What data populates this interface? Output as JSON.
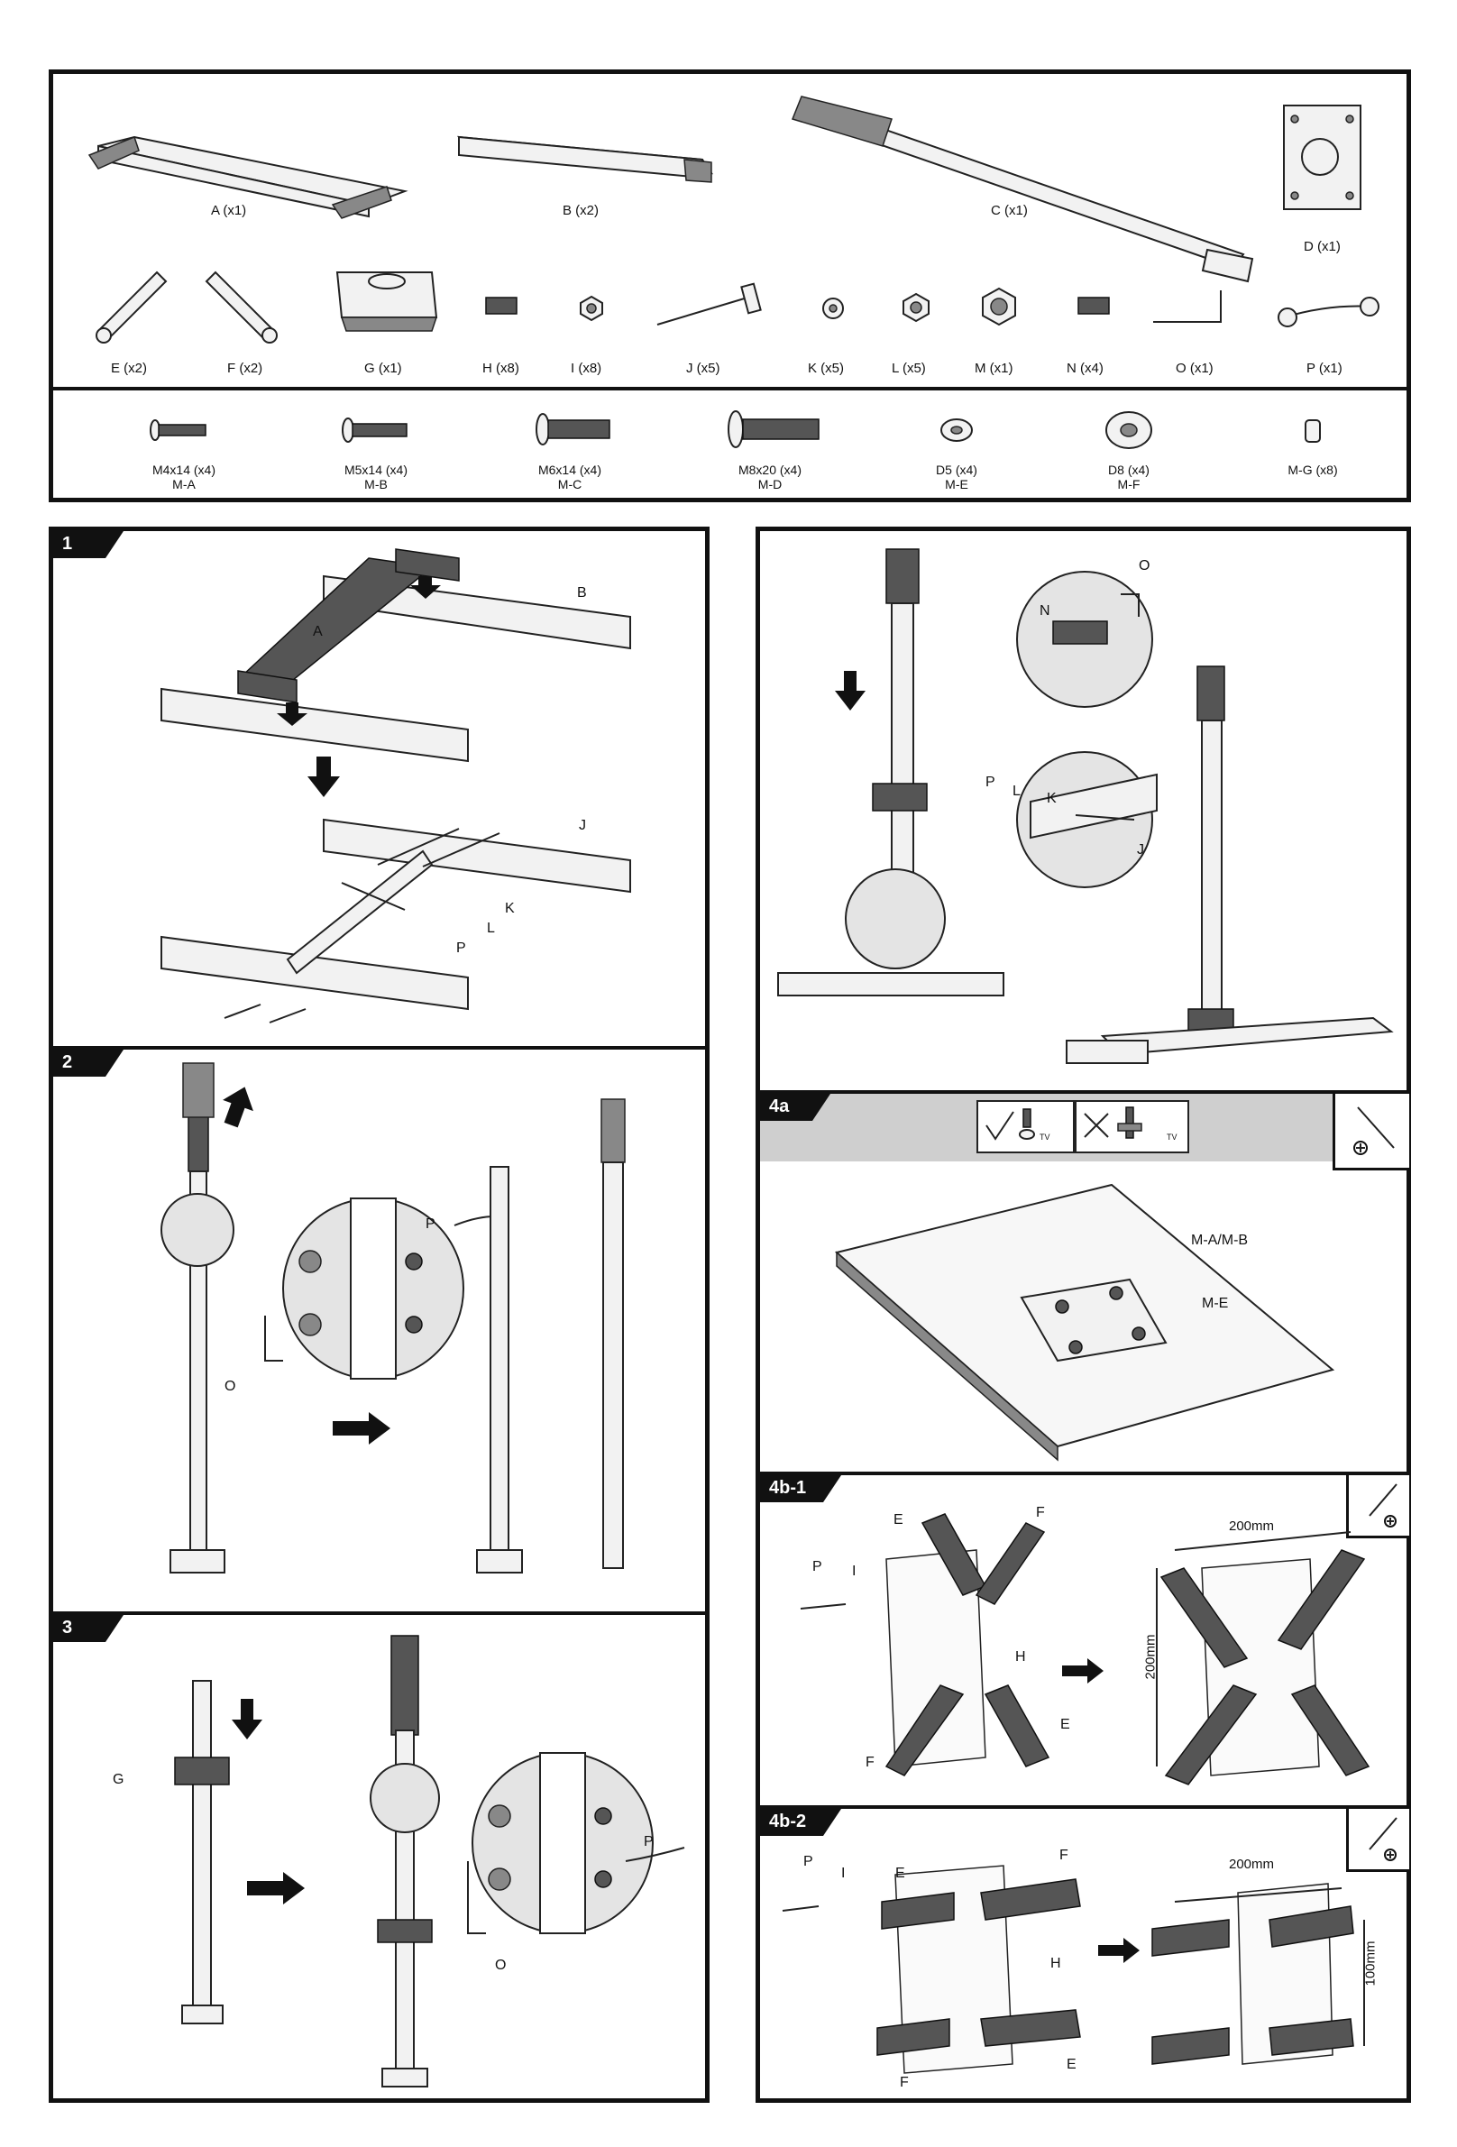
{
  "parts_top": [
    {
      "id": "A",
      "label": "A (x1)"
    },
    {
      "id": "B",
      "label": "B (x2)"
    },
    {
      "id": "C",
      "label": "C (x1)"
    },
    {
      "id": "D",
      "label": "D (x1)"
    },
    {
      "id": "E",
      "label": "E (x2)"
    },
    {
      "id": "F",
      "label": "F (x2)"
    },
    {
      "id": "G",
      "label": "G (x1)"
    },
    {
      "id": "H",
      "label": "H (x8)"
    },
    {
      "id": "I",
      "label": "I (x8)"
    },
    {
      "id": "J",
      "label": "J (x5)"
    },
    {
      "id": "K",
      "label": "K (x5)"
    },
    {
      "id": "L",
      "label": "L (x5)"
    },
    {
      "id": "M",
      "label": "M (x1)"
    },
    {
      "id": "N",
      "label": "N (x4)"
    },
    {
      "id": "O",
      "label": "O (x1)"
    },
    {
      "id": "P",
      "label": "P (x1)"
    }
  ],
  "hardware": [
    {
      "size": "M4x14 (x4)",
      "code": "M-A"
    },
    {
      "size": "M5x14 (x4)",
      "code": "M-B"
    },
    {
      "size": "M6x14 (x4)",
      "code": "M-C"
    },
    {
      "size": "M8x20 (x4)",
      "code": "M-D"
    },
    {
      "size": "D5 (x4)",
      "code": "M-E"
    },
    {
      "size": "D8 (x4)",
      "code": "M-F"
    },
    {
      "size": "M-G (x8)",
      "code": ""
    }
  ],
  "steps": {
    "s1": "1",
    "s2": "2",
    "s3": "3",
    "s4a": "4a",
    "s4b1": "4b-1",
    "s4b2": "4b-2"
  },
  "callouts": {
    "A": "A",
    "B": "B",
    "J": "J",
    "K": "K",
    "L": "L",
    "P": "P",
    "O": "O",
    "G": "G",
    "N": "N",
    "E": "E",
    "F": "F",
    "H": "H",
    "I": "I",
    "MAMB": "M-A/M-B",
    "ME": "M-E",
    "dim200": "200mm",
    "dim100": "100mm",
    "tv1": "TV",
    "tv2": "TV"
  }
}
